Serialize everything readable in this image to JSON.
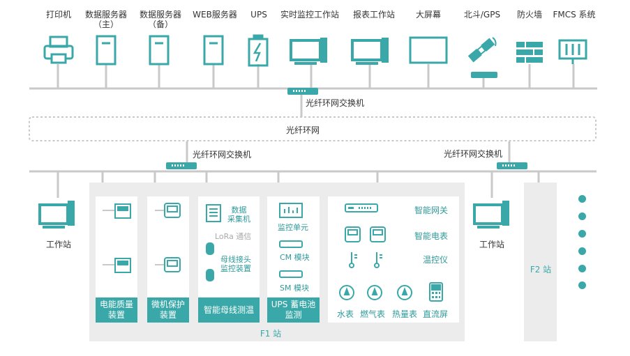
{
  "top_devices": [
    {
      "name": "printer",
      "label": "打印机"
    },
    {
      "name": "data-server-main",
      "label": "数据服务器\n（主）"
    },
    {
      "name": "data-server-backup",
      "label": "数据服务器\n（备）"
    },
    {
      "name": "web-server",
      "label": "WEB服务器"
    },
    {
      "name": "ups",
      "label": "UPS"
    },
    {
      "name": "realtime-monitor-station",
      "label": "实时监控工作站"
    },
    {
      "name": "report-station",
      "label": "报表工作站"
    },
    {
      "name": "big-screen",
      "label": "大屏幕"
    },
    {
      "name": "beidou-gps",
      "label": "北斗/GPS"
    },
    {
      "name": "firewall",
      "label": "防火墙"
    },
    {
      "name": "fmcs-system",
      "label": "FMCS 系统"
    }
  ],
  "top_switch_label": "光纤环网交换机",
  "ring_label": "光纤环网",
  "f1_switch_label": "光纤环网交换机",
  "f2_switch_label": "光纤环网交换机",
  "left_workstation_label": "工作站",
  "right_workstation_label": "工作站",
  "f1_label": "F1 站",
  "f2_label": "F2 站",
  "panels": {
    "power_quality": "电能质量\n装置",
    "micro_protection": "微机保护\n装置",
    "busbar_title": "智能母线测温",
    "busbar_collector": "数据\n采集机",
    "busbar_lora": "LoRa 通信",
    "busbar_joint": "母线接头\n监控装置",
    "ups_title": "UPS 蓄电池\n监测",
    "ups_monitor_unit": "监控单元",
    "ups_cm": "CM 模块",
    "ups_sm": "SM 模块",
    "smart_gateway": "智能网关",
    "smart_meter": "智能电表",
    "temp_controller": "温控仪",
    "water_meter": "水表",
    "gas_meter": "燃气表",
    "heat_meter": "热量表",
    "dc_screen": "直流屏"
  },
  "colors": {
    "accent": "#3aa8a8",
    "line": "#c9c9c9",
    "panel": "#ececec"
  }
}
